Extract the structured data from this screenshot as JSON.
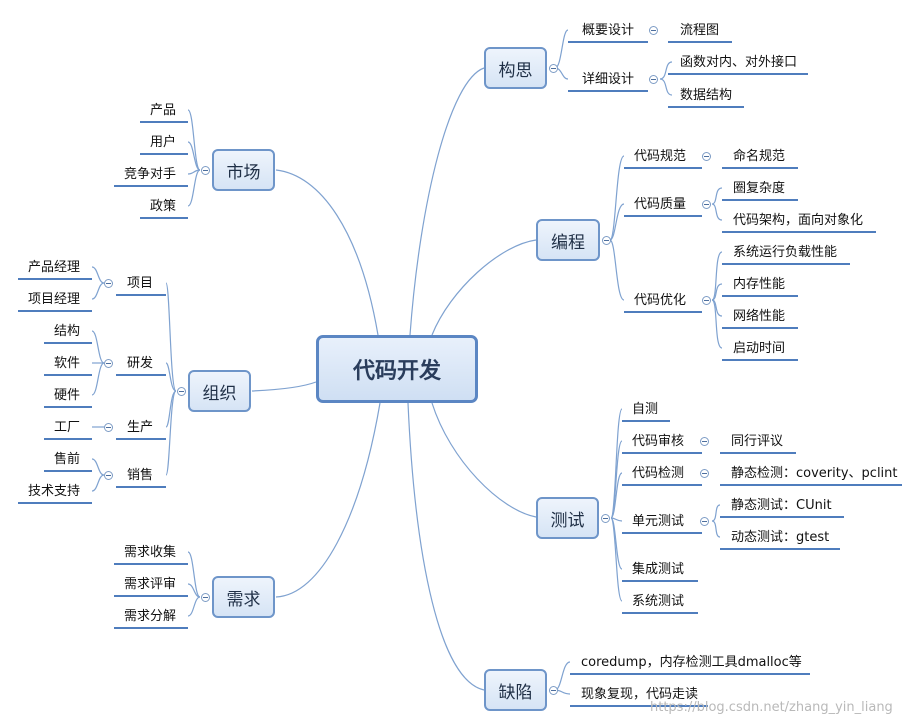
{
  "center": "代码开发",
  "branches": {
    "gousi": {
      "label": "构思",
      "g1": {
        "label": "概要设计",
        "c1": "流程图"
      },
      "g2": {
        "label": "详细设计",
        "c1": "函数对内、对外接口",
        "c2": "数据结构"
      }
    },
    "biancheng": {
      "label": "编程",
      "g1": {
        "label": "代码规范",
        "c1": "命名规范"
      },
      "g2": {
        "label": "代码质量",
        "c1": "圈复杂度",
        "c2": "代码架构，面向对象化"
      },
      "g3": {
        "label": "代码优化",
        "c1": "系统运行负载性能",
        "c2": "内存性能",
        "c3": "网络性能",
        "c4": "启动时间"
      }
    },
    "ceshi": {
      "label": "测试",
      "g1": {
        "label": "自测"
      },
      "g2": {
        "label": "代码审核",
        "c1": "同行评议"
      },
      "g3": {
        "label": "代码检测",
        "c1": "静态检测：coverity、pclint"
      },
      "g4": {
        "label": "单元测试",
        "c1": "静态测试：CUnit",
        "c2": "动态测试：gtest"
      },
      "g5": {
        "label": "集成测试"
      },
      "g6": {
        "label": "系统测试"
      }
    },
    "quexian": {
      "label": "缺陷",
      "g1": {
        "label": "coredump，内存检测工具dmalloc等"
      },
      "g2": {
        "label": "现象复现，代码走读"
      }
    },
    "shichang": {
      "label": "市场",
      "g1": {
        "label": "产品"
      },
      "g2": {
        "label": "用户"
      },
      "g3": {
        "label": "竞争对手"
      },
      "g4": {
        "label": "政策"
      }
    },
    "zuzhi": {
      "label": "组织",
      "g1": {
        "label": "项目",
        "c1": "产品经理",
        "c2": "项目经理"
      },
      "g2": {
        "label": "研发",
        "c1": "结构",
        "c2": "软件",
        "c3": "硬件"
      },
      "g3": {
        "label": "生产",
        "c1": "工厂"
      },
      "g4": {
        "label": "销售",
        "c1": "售前",
        "c2": "技术支持"
      }
    },
    "xuqiu": {
      "label": "需求",
      "g1": {
        "label": "需求收集"
      },
      "g2": {
        "label": "需求评审"
      },
      "g3": {
        "label": "需求分解"
      }
    }
  },
  "watermark": "https://blog.csdn.net/zhang_yin_liang",
  "colors": {
    "line": "#4f7dbd",
    "connector": "#7fa2d0",
    "topic_border": "#6e95c9"
  }
}
